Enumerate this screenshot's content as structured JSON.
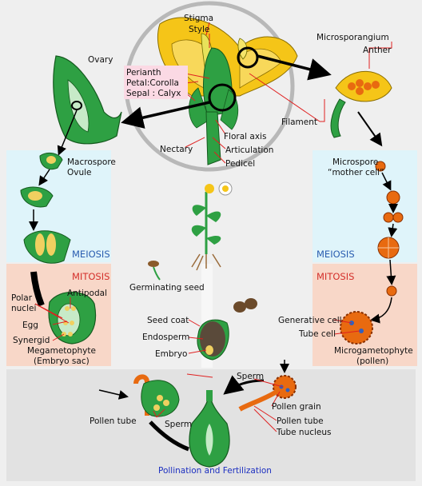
{
  "labels": {
    "stigma": "Stigma",
    "style": "Style",
    "microsporangium": "Microsporangium",
    "anther": "Anther",
    "ovary": "Ovary",
    "perianth": "Perianth",
    "petal_corolla": "Petal:Corolla",
    "sepal_calyx": "Sepal : Calyx",
    "filament": "Filament",
    "floral_axis": "Floral axis",
    "nectary": "Nectary",
    "articulation": "Articulation",
    "pedicel": "Pedicel",
    "macrospore": "Macrospore",
    "ovule": "Ovule",
    "microspore_line1": "Microspore",
    "microspore_line2": "“mother cell”",
    "meiosis_left": "MEIOSIS",
    "meiosis_right": "MEIOSIS",
    "mitosis_left": "MITOSIS",
    "mitosis_right": "MITOSIS",
    "antipodal": "Antipodal",
    "polar_line1": "Polar",
    "polar_line2": "nuclei",
    "egg": "Egg",
    "synergid": "Synergid",
    "megagametophyte": "Megametophyte",
    "embryo_sac": "(Embryo sac)",
    "germinating_seed": "Germinating seed",
    "seed_coat": "Seed coat",
    "endosperm": "Endosperm",
    "embryo": "Embryo",
    "generative_cell": "Generative cell",
    "tube_cell": "Tube cell",
    "microgametophyte": "Microgametophyte",
    "pollen": "(pollen)",
    "sperm_top": "Sperm",
    "pollen_grain": "Pollen grain",
    "pollen_tube_right": "Pollen tube",
    "tube_nucleus": "Tube nucleus",
    "pollen_tube_left": "Pollen tube",
    "sperm_left": "Sperm",
    "pollination_title": "Pollination and Fertilization"
  },
  "colors": {
    "plant_green": "#2ea043",
    "dark_green": "#1f6e2a",
    "petal_yellow": "#f5c518",
    "pollen_orange": "#e86a10",
    "meiosis_blue_bg": "#dff4fa",
    "mitosis_pink_bg": "#f8d7c8",
    "bottom_gray_bg": "#e6e6e6",
    "label_line_red": "#e02020"
  }
}
